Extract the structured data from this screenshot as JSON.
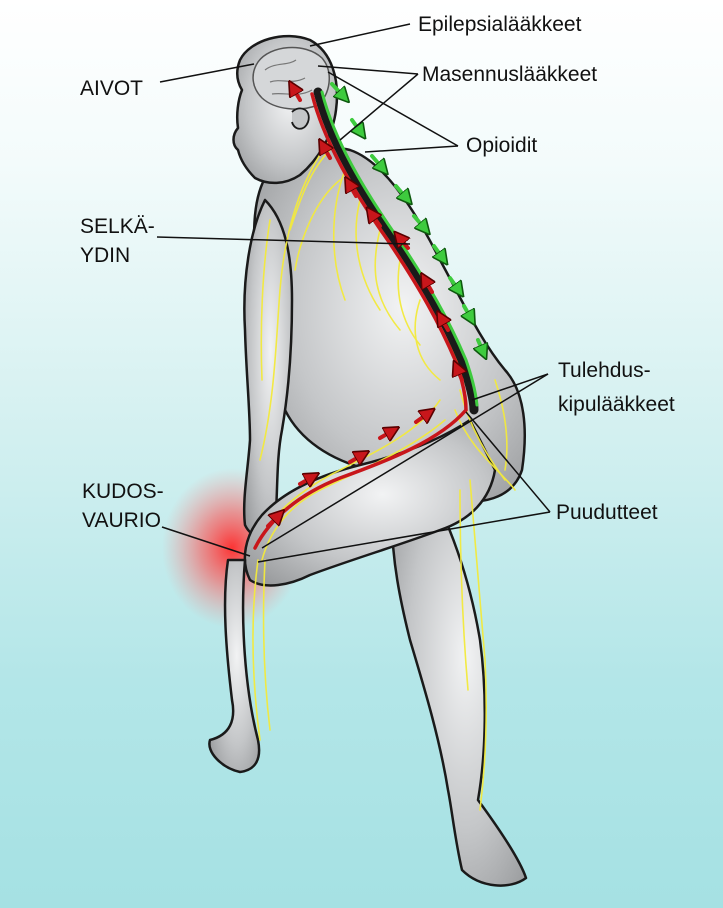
{
  "labels": {
    "left": {
      "aivot": "AIVOT",
      "selka_ydin": [
        "SELKÄ-",
        "YDIN"
      ],
      "kudosvaurio": [
        "KUDOS-",
        "VAURIO"
      ]
    },
    "right": {
      "epilepsialaakkeet": "Epilepsialääkkeet",
      "masennuslaakkeet": "Masennuslääkkeet",
      "opioidit": "Opioidit",
      "tulehduskipulaakkeet": [
        "Tulehdus-",
        "kipulääkkeet"
      ],
      "puudutteet": "Puudutteet"
    }
  },
  "colors": {
    "background_top": "#ffffff",
    "background_bottom": "#a5e1e3",
    "body": "#c9cbcd",
    "outline": "#1a1a1a",
    "nerves": "#f3ea3c",
    "ascending_pain_signal": "#c8161b",
    "descending_signal": "#3ecb3e",
    "tissue_damage_glow": "#ff2a2a"
  }
}
